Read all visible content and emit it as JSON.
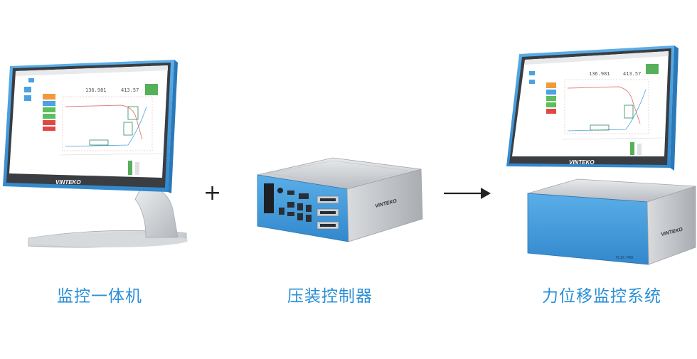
{
  "labels": {
    "monitor": "监控一体机",
    "controller": "压装控制器",
    "system": "力位移监控系统"
  },
  "operators": {
    "plus": "+",
    "arrow": "→"
  },
  "screen": {
    "value_force": "136.981",
    "value_disp": "413.57",
    "brand": "VINTEKO",
    "device_model": "FLIX PRO"
  },
  "colors": {
    "accent": "#3d95d6",
    "caption": "#2a8fd6",
    "aluminum": "#c9ccd1"
  }
}
